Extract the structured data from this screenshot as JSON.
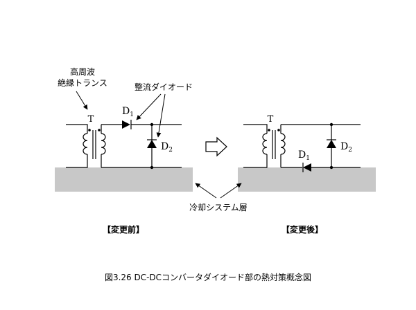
{
  "labels": {
    "transformer_line1": "高周波",
    "transformer_line2": "絶縁トランス",
    "rectifier_diode": "整流ダイオード",
    "transformer_symbol": "T",
    "diode1_letter": "D",
    "diode1_sub": "1",
    "diode2_letter": "D",
    "diode2_sub": "2",
    "cooling_layer": "冷却システム層"
  },
  "panels": {
    "before_title": "【変更前】",
    "after_title": "【変更後】"
  },
  "caption": "図3.26  DC-DCコンバータダイオード部の熱対策概念図",
  "colors": {
    "cooling_layer_fill": "#c8c8c8",
    "ink": "#000000"
  }
}
